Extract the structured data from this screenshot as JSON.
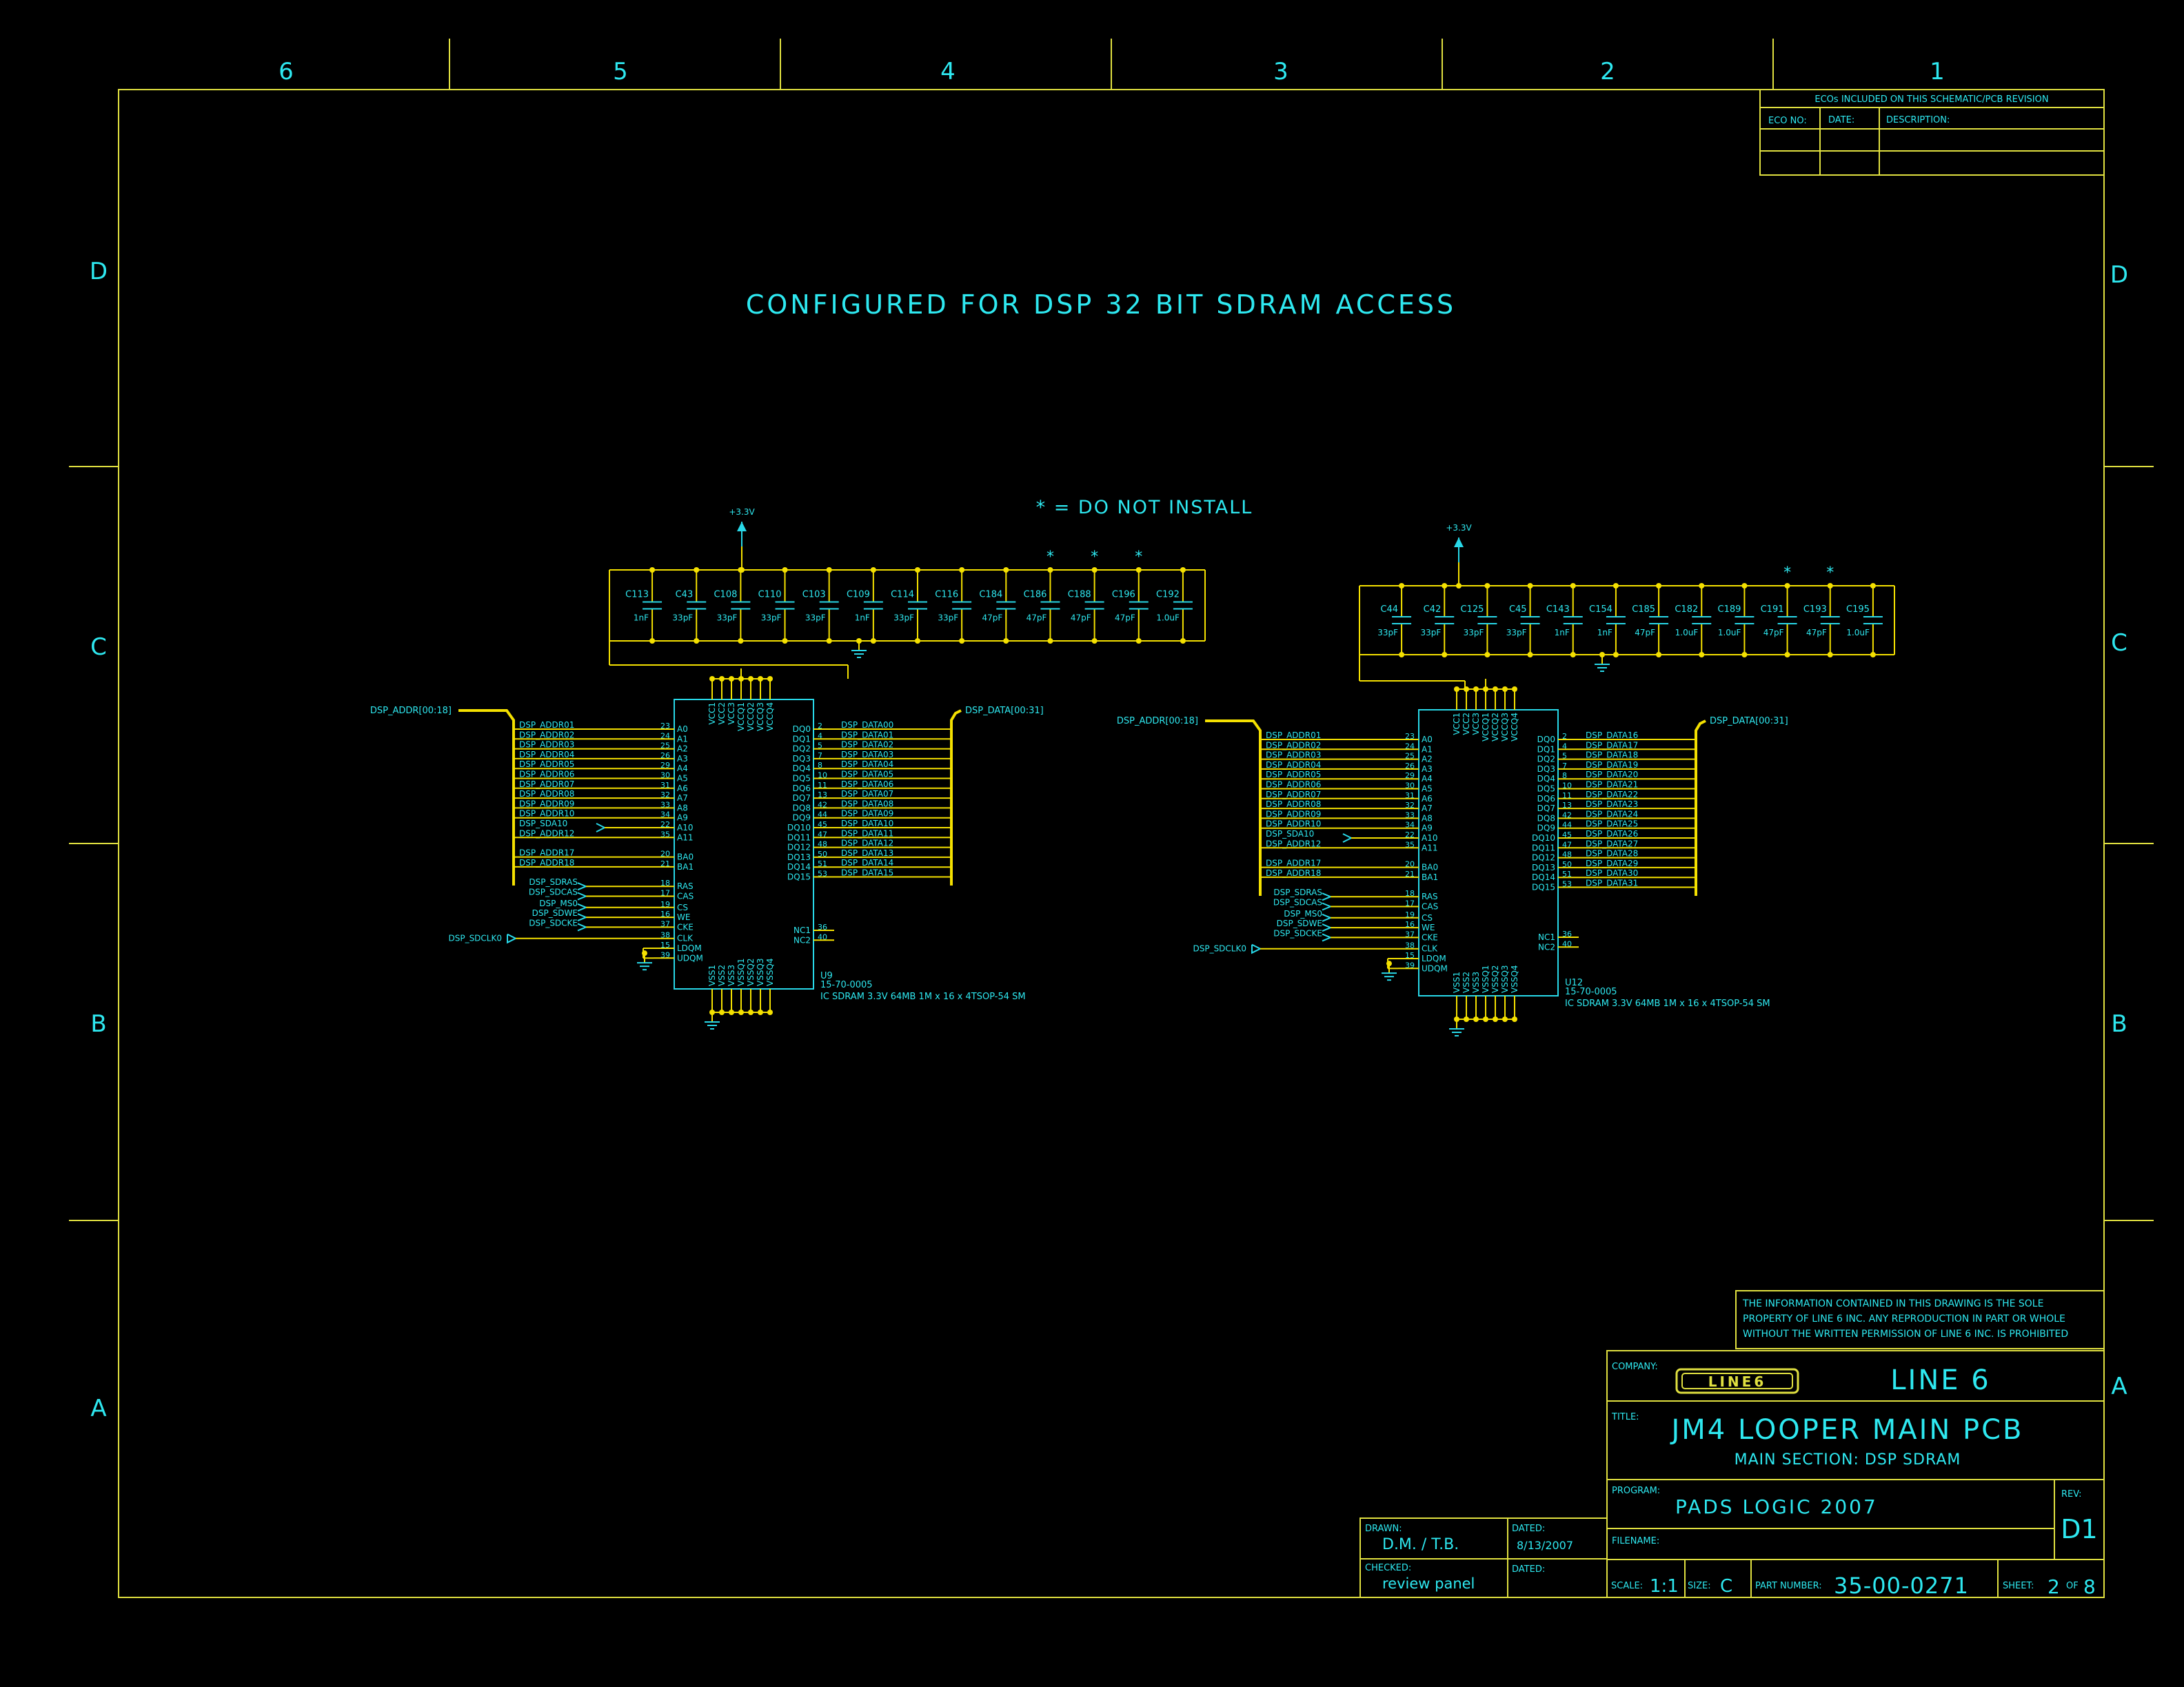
{
  "colors": {
    "background": "#000000",
    "border": "#e0e040",
    "text": "#2ee8f0",
    "wire": "#f4e000",
    "symbol": "#28d8e8"
  },
  "grid": {
    "columns": [
      "6",
      "5",
      "4",
      "3",
      "2",
      "1"
    ],
    "rows": [
      "D",
      "C",
      "B",
      "A"
    ]
  },
  "heading": "CONFIGURED FOR DSP 32 BIT SDRAM ACCESS",
  "note": "* = DO NOT INSTALL",
  "eco_table": {
    "title": "ECOs INCLUDED ON THIS SCHEMATIC/PCB REVISION",
    "col_no": "ECO NO:",
    "col_date": "DATE:",
    "col_desc": "DESCRIPTION:"
  },
  "power_label": "+3.3V",
  "bank1": {
    "caps": [
      {
        "ref": "C113",
        "val": "1nF",
        "dni": false
      },
      {
        "ref": "C43",
        "val": "33pF",
        "dni": false
      },
      {
        "ref": "C108",
        "val": "33pF",
        "dni": false
      },
      {
        "ref": "C110",
        "val": "33pF",
        "dni": false
      },
      {
        "ref": "C103",
        "val": "33pF",
        "dni": false
      },
      {
        "ref": "C109",
        "val": "1nF",
        "dni": false
      },
      {
        "ref": "C114",
        "val": "33pF",
        "dni": false
      },
      {
        "ref": "C116",
        "val": "33pF",
        "dni": false
      },
      {
        "ref": "C184",
        "val": "47pF",
        "dni": false
      },
      {
        "ref": "C186",
        "val": "47pF",
        "dni": true
      },
      {
        "ref": "C188",
        "val": "47pF",
        "dni": true
      },
      {
        "ref": "C196",
        "val": "47pF",
        "dni": true
      },
      {
        "ref": "C192",
        "val": "1.0uF",
        "dni": false
      }
    ]
  },
  "bank2": {
    "caps": [
      {
        "ref": "C44",
        "val": "33pF",
        "dni": false
      },
      {
        "ref": "C42",
        "val": "33pF",
        "dni": false
      },
      {
        "ref": "C125",
        "val": "33pF",
        "dni": false
      },
      {
        "ref": "C45",
        "val": "33pF",
        "dni": false
      },
      {
        "ref": "C143",
        "val": "1nF",
        "dni": false
      },
      {
        "ref": "C154",
        "val": "1nF",
        "dni": false
      },
      {
        "ref": "C185",
        "val": "47pF",
        "dni": false
      },
      {
        "ref": "C182",
        "val": "1.0uF",
        "dni": false
      },
      {
        "ref": "C189",
        "val": "1.0uF",
        "dni": false
      },
      {
        "ref": "C191",
        "val": "47pF",
        "dni": true
      },
      {
        "ref": "C193",
        "val": "47pF",
        "dni": true
      },
      {
        "ref": "C195",
        "val": "1.0uF",
        "dni": false
      }
    ]
  },
  "chip1": {
    "ref": "U9",
    "part": "15-70-0005",
    "desc": "IC SDRAM 3.3V 64MB 1M x 16 x 4TSOP-54 SM",
    "addr_bus": "DSP_ADDR[00:18]",
    "data_bus": "DSP_DATA[00:31]",
    "clk_net": "DSP_SDCLK0",
    "addr_nets": [
      "DSP_ADDR01",
      "DSP_ADDR02",
      "DSP_ADDR03",
      "DSP_ADDR04",
      "DSP_ADDR05",
      "DSP_ADDR06",
      "DSP_ADDR07",
      "DSP_ADDR08",
      "DSP_ADDR09",
      "DSP_ADDR10",
      "DSP_SDA10",
      "DSP_ADDR12",
      "DSP_ADDR17",
      "DSP_ADDR18"
    ],
    "data_nets": [
      "DSP_DATA00",
      "DSP_DATA01",
      "DSP_DATA02",
      "DSP_DATA03",
      "DSP_DATA04",
      "DSP_DATA05",
      "DSP_DATA06",
      "DSP_DATA07",
      "DSP_DATA08",
      "DSP_DATA09",
      "DSP_DATA10",
      "DSP_DATA11",
      "DSP_DATA12",
      "DSP_DATA13",
      "DSP_DATA14",
      "DSP_DATA15"
    ],
    "ctrl_nets": [
      "DSP_SDRAS",
      "DSP_SDCAS",
      "DSP_MS0",
      "DSP_SDWE",
      "DSP_SDCKE"
    ]
  },
  "chip2": {
    "ref": "U12",
    "part": "15-70-0005",
    "desc": "IC SDRAM 3.3V 64MB 1M x 16 x 4TSOP-54 SM",
    "addr_bus": "DSP_ADDR[00:18]",
    "data_bus": "DSP_DATA[00:31]",
    "clk_net": "DSP_SDCLK0",
    "addr_nets": [
      "DSP_ADDR01",
      "DSP_ADDR02",
      "DSP_ADDR03",
      "DSP_ADDR04",
      "DSP_ADDR05",
      "DSP_ADDR06",
      "DSP_ADDR07",
      "DSP_ADDR08",
      "DSP_ADDR09",
      "DSP_ADDR10",
      "DSP_SDA10",
      "DSP_ADDR12",
      "DSP_ADDR17",
      "DSP_ADDR18"
    ],
    "data_nets": [
      "DSP_DATA16",
      "DSP_DATA17",
      "DSP_DATA18",
      "DSP_DATA19",
      "DSP_DATA20",
      "DSP_DATA21",
      "DSP_DATA22",
      "DSP_DATA23",
      "DSP_DATA24",
      "DSP_DATA25",
      "DSP_DATA26",
      "DSP_DATA27",
      "DSP_DATA28",
      "DSP_DATA29",
      "DSP_DATA30",
      "DSP_DATA31"
    ],
    "ctrl_nets": [
      "DSP_SDRAS",
      "DSP_SDCAS",
      "DSP_MS0",
      "DSP_SDWE",
      "DSP_SDCKE"
    ]
  },
  "chip_pins": {
    "left_addr": [
      "A0",
      "A1",
      "A2",
      "A3",
      "A4",
      "A5",
      "A6",
      "A7",
      "A8",
      "A9",
      "A10",
      "A11"
    ],
    "left_addr_nums": [
      "23",
      "24",
      "25",
      "26",
      "29",
      "30",
      "31",
      "32",
      "33",
      "34",
      "22",
      "35"
    ],
    "left_bank": [
      "BA0",
      "BA1"
    ],
    "left_bank_nums": [
      "20",
      "21"
    ],
    "left_ctrl": [
      "RAS",
      "CAS",
      "CS",
      "WE",
      "CKE",
      "CLK",
      "LDQM",
      "UDQM"
    ],
    "left_ctrl_nums": [
      "18",
      "17",
      "19",
      "16",
      "37",
      "38",
      "15",
      "39"
    ],
    "right_data": [
      "DQ0",
      "DQ1",
      "DQ2",
      "DQ3",
      "DQ4",
      "DQ5",
      "DQ6",
      "DQ7",
      "DQ8",
      "DQ9",
      "DQ10",
      "DQ11",
      "DQ12",
      "DQ13",
      "DQ14",
      "DQ15"
    ],
    "right_data_nums": [
      "2",
      "4",
      "5",
      "7",
      "8",
      "10",
      "11",
      "13",
      "42",
      "44",
      "45",
      "47",
      "48",
      "50",
      "51",
      "53"
    ],
    "right_nc": [
      "NC1",
      "NC2"
    ],
    "right_nc_nums": [
      "36",
      "40"
    ],
    "top": [
      "VCC1",
      "VCC2",
      "VCC3",
      "VCCQ1",
      "VCCQ2",
      "VCCQ3",
      "VCCQ4"
    ],
    "bottom": [
      "VSS1",
      "VSS2",
      "VSS3",
      "VSSQ1",
      "VSSQ2",
      "VSSQ3",
      "VSSQ4"
    ]
  },
  "infobox": "THE INFORMATION CONTAINED IN THIS DRAWING IS THE SOLE PROPERTY OF LINE 6 INC.  ANY REPRODUCTION IN PART OR WHOLE WITHOUT THE WRITTEN PERMISSION OF LINE 6 INC. IS PROHIBITED",
  "infobox_lines": [
    "THE INFORMATION CONTAINED IN THIS DRAWING IS THE SOLE",
    "PROPERTY OF LINE 6 INC.  ANY REPRODUCTION IN PART OR WHOLE",
    "WITHOUT THE WRITTEN PERMISSION OF LINE 6 INC. IS PROHIBITED"
  ],
  "title_block": {
    "company_label": "COMPANY:",
    "logo_text": "LINE6",
    "company": "LINE 6",
    "title_label": "TITLE:",
    "title": "JM4 LOOPER MAIN PCB",
    "subtitle": "MAIN SECTION: DSP SDRAM",
    "program_label": "PROGRAM:",
    "program": "PADS LOGIC 2007",
    "rev_label": "REV:",
    "rev": "D1",
    "filename_label": "FILENAME:",
    "scale_label": "SCALE:",
    "scale": "1:1",
    "size_label": "SIZE:",
    "size": "C",
    "partno_label": "PART NUMBER:",
    "partno": "35-00-0271",
    "sheet_label": "SHEET:",
    "sheet": "2",
    "of_label": "OF",
    "sheet_total": "8",
    "drawn_label": "DRAWN:",
    "drawn": "D.M. / T.B.",
    "dated_label": "DATED:",
    "dated": "8/13/2007",
    "checked_label": "CHECKED:",
    "checked": "review panel",
    "dated2_label": "DATED:"
  }
}
